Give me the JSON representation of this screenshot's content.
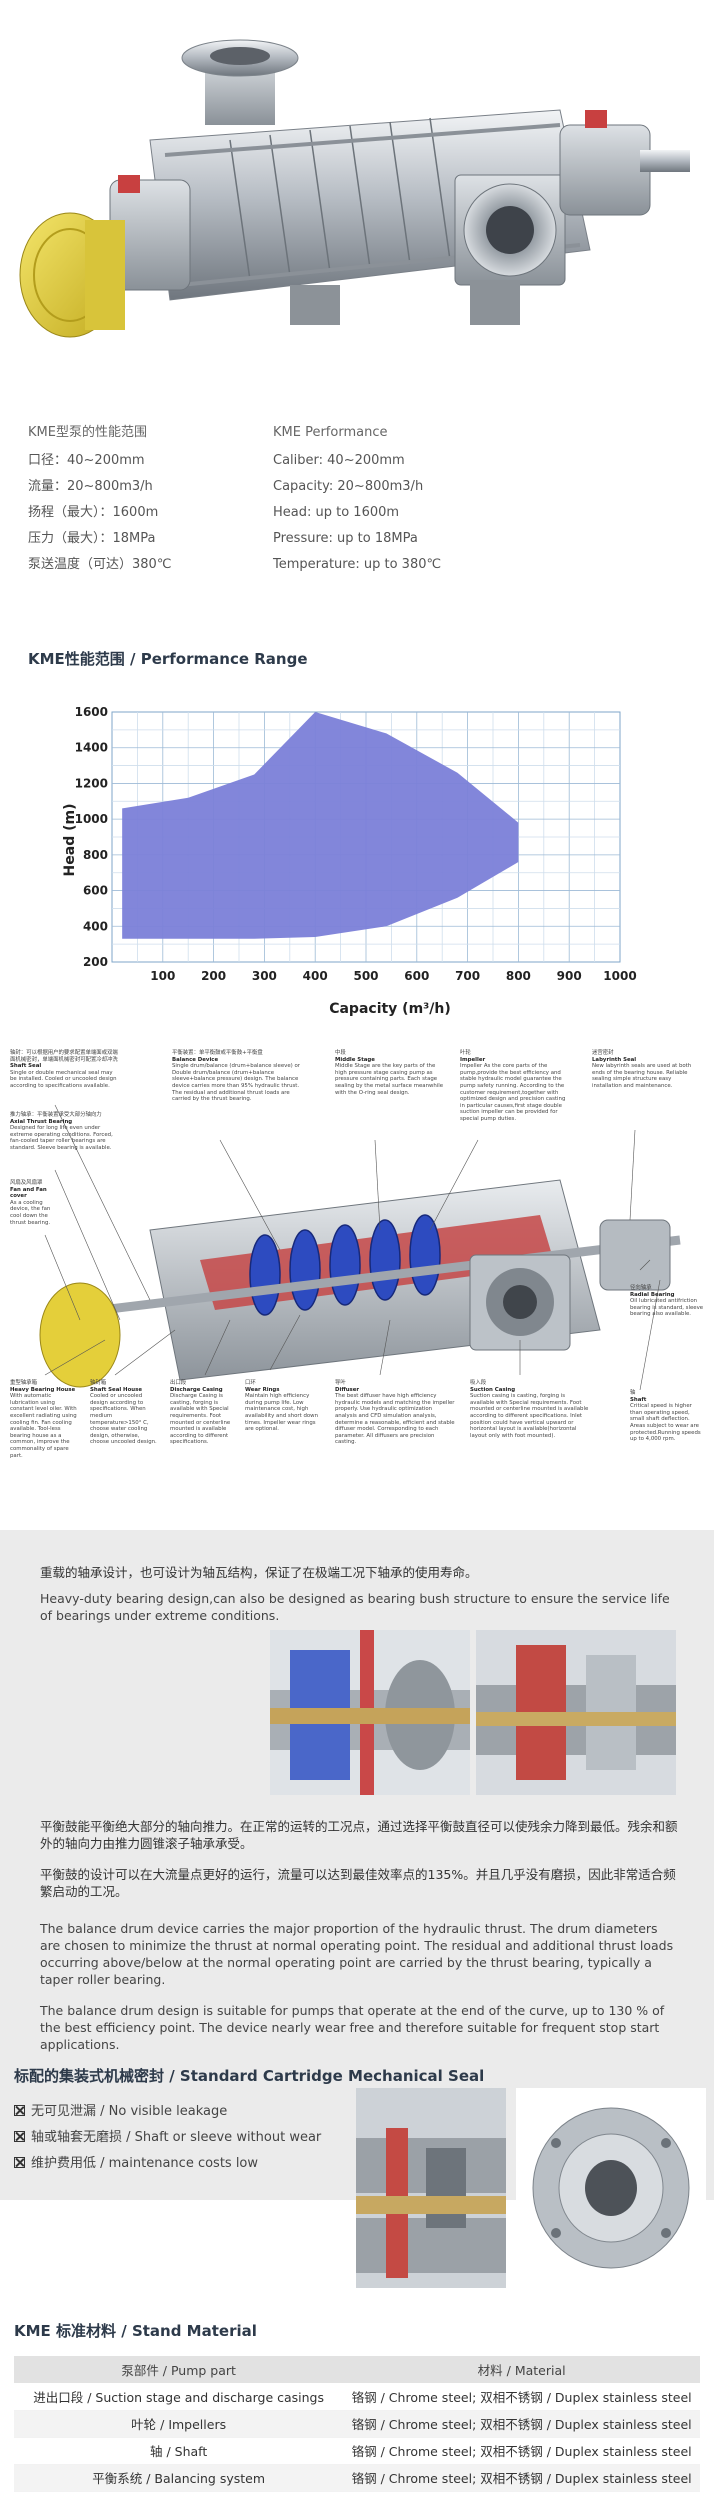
{
  "specs": {
    "cn": {
      "heading": "KME型泵的性能范围",
      "lines": [
        "口径：40~200mm",
        "流量：20~800m3/h",
        "扬程（最大）：1600m",
        "压力（最大）：18MPa",
        "泵送温度（可达）380℃"
      ]
    },
    "en": {
      "heading": "KME Performance",
      "lines": [
        "Caliber: 40~200mm",
        "Capacity: 20~800m3/h",
        "Head: up to 1600m",
        "Pressure: up to 18MPa",
        "Temperature: up to 380℃"
      ]
    }
  },
  "performance_title": "KME性能范围 / Performance Range",
  "chart_data": {
    "type": "area",
    "xlabel": "Capacity (m³/h)",
    "ylabel": "Head (m)",
    "x_ticks": [
      100,
      200,
      300,
      400,
      500,
      600,
      700,
      800,
      900,
      1000
    ],
    "y_ticks": [
      200,
      400,
      600,
      800,
      1000,
      1200,
      1400,
      1600
    ],
    "xlim": [
      0,
      1000
    ],
    "ylim": [
      200,
      1600
    ],
    "grid": true,
    "fill_color": "#7b7fd8",
    "upper_boundary": {
      "x": [
        20,
        150,
        280,
        400,
        540,
        680,
        800
      ],
      "y": [
        1060,
        1120,
        1250,
        1600,
        1480,
        1260,
        980
      ]
    },
    "lower_boundary": {
      "x": [
        20,
        150,
        280,
        400,
        540,
        680,
        800
      ],
      "y": [
        330,
        330,
        330,
        340,
        400,
        560,
        760
      ]
    }
  },
  "cutaway": {
    "notes": [
      {
        "t": "Shaft Seal",
        "cn": "轴封：可以根据用户的要求配置单端面或双端面机械密封，单端面机械密封可配置冷却冲洗",
        "en": "Single or double mechanical seal may be installed. Cooled or uncooled design according to specifications available."
      },
      {
        "t": "Axial Thrust Bearing",
        "cn": "推力轴承：平衡装置承受大部分轴向力",
        "en": "Designed for long life even under extreme operating conditions. Forced, fan-cooled taper roller bearings are standard. Sleeve bearing is available."
      },
      {
        "t": "Fan and Fan cover",
        "cn": "风扇及风扇罩",
        "en": "As a cooling device, the fan cool down the thrust bearing."
      },
      {
        "t": "Heavy Bearing House",
        "cn": "重型轴承箱",
        "en": "With automatic lubrication using constant level oiler. With excellent radiating using cooling fin. Fan cooling available. Tool-less bearing house as a common, improve the commonality of spare part."
      },
      {
        "t": "Shaft Seal House",
        "cn": "轴封箱",
        "en": "Cooled or uncooled design according to specifications. When medium temperature>150° C, choose water cooling design, otherwise, choose uncooled design."
      },
      {
        "t": "Balance Device",
        "cn": "平衡装置：单平衡鼓或平衡鼓+平衡盘",
        "en": "Single drum/balance (drum+balance sleeve) or Double drum/balance (drum+balance sleeve+balance pressure) design. The balance device carries more than 95% hydraulic thrust. The residual and additional thrust loads are carried by the thrust bearing."
      },
      {
        "t": "Discharge Casing",
        "cn": "出口段",
        "en": "Discharge Casing is casting, forging is available with Special requirements. Foot mounted or centerline mounted is available according to different specifications."
      },
      {
        "t": "Wear Rings",
        "cn": "口环",
        "en": "Maintain high efficiency during pump life. Low maintenance cost, high availability and short down times. Impeller wear rings are optional."
      },
      {
        "t": "Middle Stage",
        "cn": "中段",
        "en": "Middle Stage are the key parts of the high pressure stage casing pump as pressure containing parts. Each stage sealing by the metal surface meanwhile with the O-ring seal design."
      },
      {
        "t": "Diffuser",
        "cn": "导叶",
        "en": "The best diffuser have high efficiency hydraulic models and matching the impeller properly. Use hydraulic optimization analysis and CFD simulation analysis, determine a reasonable, efficient and stable diffuser model. Corresponding to each parameter. All diffusers are precision casting."
      },
      {
        "t": "Impeller",
        "cn": "叶轮",
        "en": "Impeller As the core parts of the pump,provide the best efficiency and stable hydraulic model guarantee the pump safety running. According to the customer requirement,together with optimized design and precision casting in particular causes,first stage double suction impeller can be provided for special pump duties."
      },
      {
        "t": "Suction Casing",
        "cn": "吸入段",
        "en": "Suction casing is casting, forging is available with Special requirements. Foot mounted or centerline mounted is available according to different specifications. Inlet position could have vertical upward or horizontal layout is available(horizontal layout only with foot mounted)."
      },
      {
        "t": "Labyrinth Seal",
        "cn": "迷宫密封",
        "en": "New labyrinth seals are used at both ends of the bearing house. Reliable sealing simple structure easy installation and maintenance."
      },
      {
        "t": "Radial Bearing",
        "cn": "径向轴承",
        "en": "Oil lubricated antifriction bearing is standard, sleeve bearing also available."
      },
      {
        "t": "Shaft",
        "cn": "轴",
        "en": "Critical speed is higher than operating speed, small shaft deflection. Areas subject to wear are protected.Running speeds up to 4,000 rpm."
      }
    ]
  },
  "bearing": {
    "cn": "重载的轴承设计，也可设计为轴瓦结构，保证了在极端工况下轴承的使用寿命。",
    "en": "Heavy-duty bearing design,can also be designed as bearing bush structure to ensure the service life of bearings under extreme conditions."
  },
  "balance": {
    "cn": "平衡鼓能平衡绝大部分的轴向推力。在正常的运转的工况点，通过选择平衡鼓直径可以使残余力降到最低。残余和额外的轴向力由推力圆锥滚子轴承承受。",
    "cn2": "平衡鼓的设计可以在大流量点更好的运行，流量可以达到最佳效率点的135%。并且几乎没有磨损，因此非常适合频繁启动的工况。",
    "en1": "The balance drum device carries the major proportion of the hydraulic thrust. The drum diameters are chosen to minimize the thrust at normal operating point. The residual and additional thrust loads occurring above/below at the normal operating point are carried by the thrust bearing, typically a taper roller bearing.",
    "en2": "The balance drum design is suitable for pumps that operate at the end of the curve, up to 130 % of the best efficiency point. The device nearly wear free and therefore suitable for frequent stop start applications."
  },
  "seal": {
    "title": "标配的集装式机械密封 / Standard Cartridge Mechanical Seal",
    "bullets": [
      "无可见泄漏 / No visible leakage",
      "轴或轴套无磨损 / Shaft or sleeve without wear",
      "维护费用低 / maintenance costs low"
    ]
  },
  "material": {
    "title": "KME 标准材料 / Stand Material",
    "headers": [
      "泵部件 / Pump part",
      "材料 / Material"
    ],
    "rows": [
      [
        "进出口段 / Suction stage and discharge casings",
        "铬钢 / Chrome steel; 双相不锈钢 / Duplex stainless steel"
      ],
      [
        "叶轮 / Impellers",
        "铬钢 / Chrome steel; 双相不锈钢 / Duplex stainless steel"
      ],
      [
        "轴 / Shaft",
        "铬钢 / Chrome steel; 双相不锈钢 / Duplex stainless steel"
      ],
      [
        "平衡系统 / Balancing system",
        "铬钢 / Chrome steel; 双相不锈钢 / Duplex stainless steel"
      ]
    ]
  },
  "colors": {
    "chart_fill": "#7b7fd8",
    "motor_yellow": "#e7d13a",
    "impeller_blue": "#2d4bc0",
    "table_header": "#e2e2e2"
  }
}
